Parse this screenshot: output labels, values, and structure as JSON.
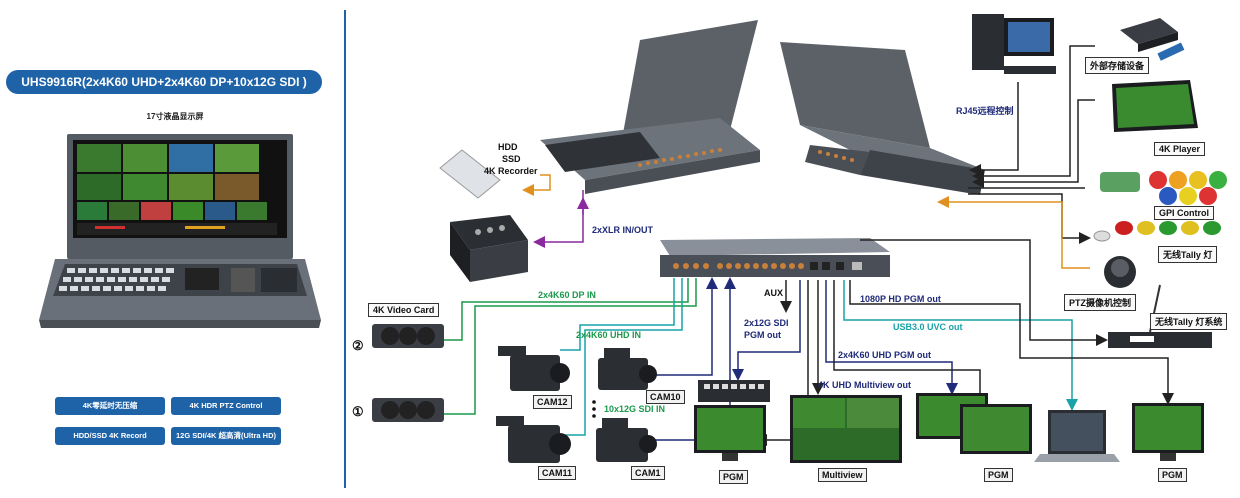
{
  "product": {
    "title": "UHS9916R(2x4K60 UHD+2x4K60 DP+10x12G SDI )",
    "subtitle": "17寸液晶显示屏"
  },
  "features": [
    "4K零延时无压缩",
    "4K HDR PTZ Control",
    "HDD/SSD 4K Record",
    "12G SDI/4K 超高清(Ultra HD)"
  ],
  "labels": {
    "hdd": "HDD",
    "ssd": "SSD",
    "recorder": "4K Recorder",
    "xlr": "2xXLR IN/OUT",
    "dp_in": "2x4K60 DP IN",
    "uhd_in": "2x4K60 UHD IN",
    "video_card": "4K Video Card",
    "marker_2": "②",
    "marker_1": "①",
    "cam12": "CAM12",
    "cam11": "CAM11",
    "cam10": "CAM10",
    "cam1": "CAM1",
    "sdi_in": "10x12G SDI IN",
    "aux": "AUX",
    "sdi_pgm": "2x12G SDI",
    "sdi_pgm2": "PGM out",
    "hd_pgm": "1080P HD PGM out",
    "usb_uvc": "USB3.0 UVC out",
    "uhd_pgm": "2x4K60 UHD PGM out",
    "multiview_out": "4K UHD Multiview out",
    "rj45": "RJ45远程控制",
    "ext_storage": "外部存储设备",
    "player": "4K Player",
    "gpi": "GPI Control",
    "tally_lamp": "无线Tally 灯",
    "ptz": "PTZ摄像机控制",
    "tally_sys": "无线Tally 灯系统",
    "pgm_a": "PGM",
    "multiview": "Multiview",
    "pgm_b": "PGM",
    "pgm_c": "PGM"
  },
  "colors": {
    "brand": "#1e63a8",
    "green": "#1a9a4a",
    "navy": "#1f2a78",
    "purple": "#8a2a9e",
    "orange": "#e0901e",
    "teal": "#19a3a8",
    "black": "#222222"
  }
}
